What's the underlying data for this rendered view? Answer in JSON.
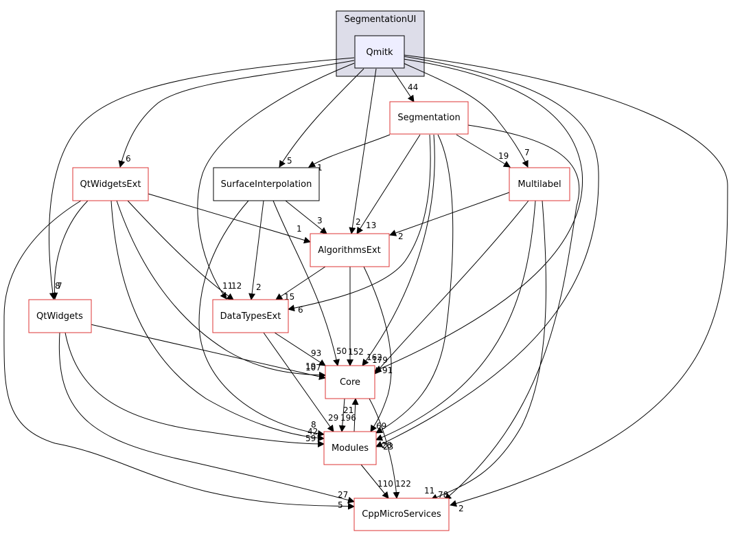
{
  "cluster": {
    "id": "segmentationui",
    "label": "SegmentationUI"
  },
  "nodes": [
    {
      "id": "qmitk",
      "label": "Qmitk",
      "style": "current"
    },
    {
      "id": "segmentation",
      "label": "Segmentation",
      "style": "red"
    },
    {
      "id": "qtwidgetsext",
      "label": "QtWidgetsExt",
      "style": "red"
    },
    {
      "id": "surfaceinterpolation",
      "label": "SurfaceInterpolation",
      "style": "black"
    },
    {
      "id": "multilabel",
      "label": "Multilabel",
      "style": "red"
    },
    {
      "id": "algorithmsext",
      "label": "AlgorithmsExt",
      "style": "red"
    },
    {
      "id": "qtwidgets",
      "label": "QtWidgets",
      "style": "red"
    },
    {
      "id": "datatypesext",
      "label": "DataTypesExt",
      "style": "red"
    },
    {
      "id": "core",
      "label": "Core",
      "style": "red"
    },
    {
      "id": "modules",
      "label": "Modules",
      "style": "red"
    },
    {
      "id": "cppmicroservices",
      "label": "CppMicroServices",
      "style": "red"
    }
  ],
  "edges": [
    {
      "from": "qmitk",
      "to": "segmentation",
      "label": "44"
    },
    {
      "from": "qmitk",
      "to": "qtwidgetsext",
      "label": "6"
    },
    {
      "from": "qmitk",
      "to": "surfaceinterpolation",
      "label": "5"
    },
    {
      "from": "qmitk",
      "to": "multilabel",
      "label": "7"
    },
    {
      "from": "qmitk",
      "to": "algorithmsext",
      "label": "2"
    },
    {
      "from": "qmitk",
      "to": "qtwidgets",
      "label": "7"
    },
    {
      "from": "qmitk",
      "to": "datatypesext",
      "label": "12"
    },
    {
      "from": "qmitk",
      "to": "core",
      "label": "179"
    },
    {
      "from": "qmitk",
      "to": "modules",
      "label": "28"
    },
    {
      "from": "qmitk",
      "to": "cppmicroservices",
      "label": "2"
    },
    {
      "from": "segmentation",
      "to": "surfaceinterpolation",
      "label": "1"
    },
    {
      "from": "segmentation",
      "to": "multilabel",
      "label": "19"
    },
    {
      "from": "segmentation",
      "to": "algorithmsext",
      "label": "13"
    },
    {
      "from": "segmentation",
      "to": "datatypesext",
      "label": "6"
    },
    {
      "from": "segmentation",
      "to": "core",
      "label": "162"
    },
    {
      "from": "segmentation",
      "to": "modules",
      "label": "69"
    },
    {
      "from": "segmentation",
      "to": "cppmicroservices",
      "label": "78"
    },
    {
      "from": "qtwidgetsext",
      "to": "algorithmsext",
      "label": "1"
    },
    {
      "from": "qtwidgetsext",
      "to": "qtwidgets",
      "label": "8"
    },
    {
      "from": "qtwidgetsext",
      "to": "datatypesext",
      "label": "11"
    },
    {
      "from": "qtwidgetsext",
      "to": "core",
      "label": "107"
    },
    {
      "from": "qtwidgetsext",
      "to": "modules",
      "label": "42"
    },
    {
      "from": "qtwidgetsext",
      "to": "cppmicroservices",
      "label": "5"
    },
    {
      "from": "surfaceinterpolation",
      "to": "algorithmsext",
      "label": "3"
    },
    {
      "from": "surfaceinterpolation",
      "to": "datatypesext",
      "label": "2"
    },
    {
      "from": "surfaceinterpolation",
      "to": "core",
      "label": "50"
    },
    {
      "from": "surfaceinterpolation",
      "to": "modules",
      "label": "8"
    },
    {
      "from": "multilabel",
      "to": "algorithmsext",
      "label": "2"
    },
    {
      "from": "multilabel",
      "to": "core",
      "label": "91"
    },
    {
      "from": "multilabel",
      "to": "modules",
      "label": "23"
    },
    {
      "from": "multilabel",
      "to": "cppmicroservices",
      "label": "11"
    },
    {
      "from": "algorithmsext",
      "to": "datatypesext",
      "label": "15"
    },
    {
      "from": "algorithmsext",
      "to": "core",
      "label": "152"
    },
    {
      "from": "algorithmsext",
      "to": "modules",
      "label": ""
    },
    {
      "from": "qtwidgets",
      "to": "core",
      "label": "19"
    },
    {
      "from": "qtwidgets",
      "to": "modules",
      "label": "59"
    },
    {
      "from": "qtwidgets",
      "to": "cppmicroservices",
      "label": "27"
    },
    {
      "from": "datatypesext",
      "to": "core",
      "label": "93"
    },
    {
      "from": "datatypesext",
      "to": "modules",
      "label": "29"
    },
    {
      "from": "core",
      "to": "modules",
      "label": "196"
    },
    {
      "from": "core",
      "to": "cppmicroservices",
      "label": "122"
    },
    {
      "from": "modules",
      "to": "core",
      "label": "21"
    },
    {
      "from": "modules",
      "to": "cppmicroservices",
      "label": "110"
    }
  ],
  "colors": {
    "cluster_fill": "#dddde9",
    "cluster_stroke": "#000000",
    "current_fill": "#eeeeff",
    "red_stroke": "#d33",
    "black_stroke": "#000000",
    "edge": "#000000"
  }
}
